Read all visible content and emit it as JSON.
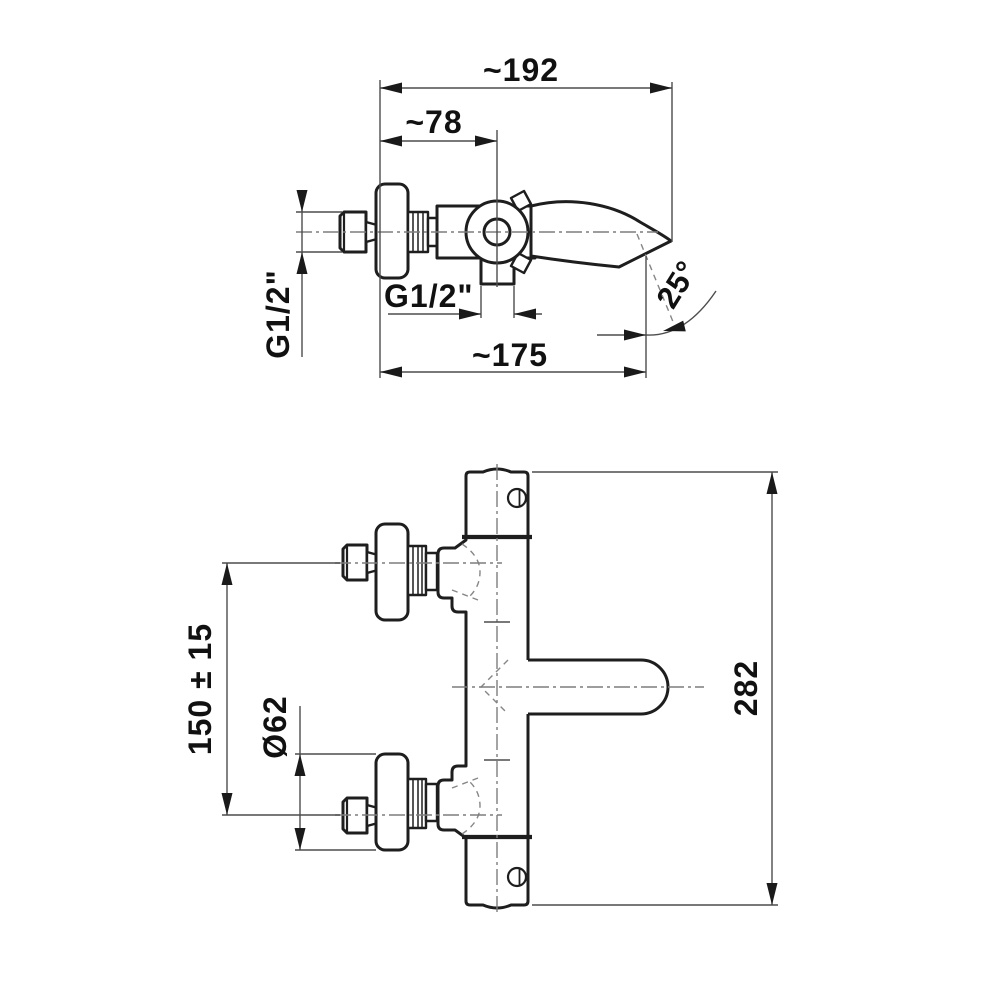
{
  "drawing": {
    "kind": "dimensioned technical drawing",
    "subject": "wall-mounted bath mixer tap, side view (top) and front view (bottom)",
    "colors": {
      "background": "#ffffff",
      "outline": "#1e1e1e",
      "dimension_lines": "#4d4d4d",
      "centerlines": "#7d7d7d",
      "hidden_dashed": "#868686",
      "text": "#111111"
    },
    "side_view": {
      "dim_192": "~192",
      "dim_78": "~78",
      "g12_inlet": "G1/2\"",
      "g12_outlet": "G1/2\"",
      "spout_angle": "25°",
      "dim_175": "~175"
    },
    "front_view": {
      "dim_150": "150 ± 15",
      "dia_62": "Ø62",
      "dim_282": "282"
    }
  }
}
